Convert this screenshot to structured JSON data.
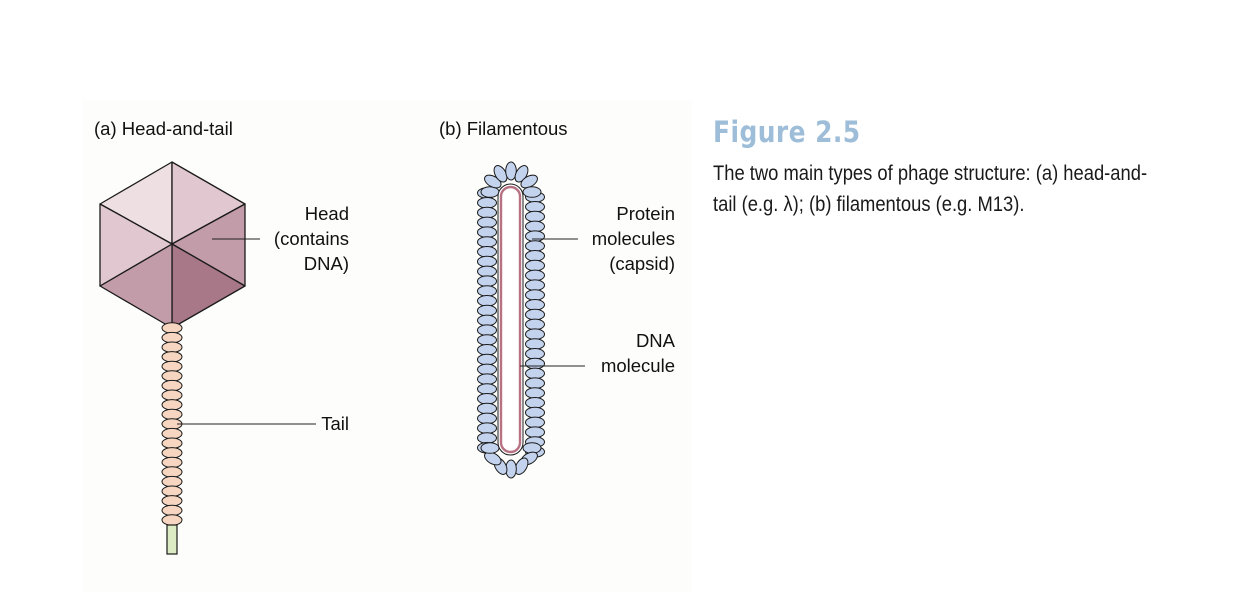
{
  "panel_a": {
    "title": "(a) Head-and-tail",
    "head_label": [
      "Head",
      "(contains",
      "DNA)"
    ],
    "tail_label": "Tail"
  },
  "panel_b": {
    "title": "(b) Filamentous",
    "protein_label": [
      "Protein",
      "molecules",
      "(capsid)"
    ],
    "dna_label": [
      "DNA",
      "molecule"
    ]
  },
  "figure": {
    "number": "Figure 2.5",
    "caption_line1": "The two main types of phage structure: (a) head-and-",
    "caption_line2": "tail (e.g. λ); (b) filamentous (e.g. M13)."
  },
  "colors": {
    "head_light": "#eedfe3",
    "head_mid_light": "#e0c7d0",
    "head_mid": "#c29ca8",
    "head_dark": "#a87888",
    "tail_segment": "#f6d6c1",
    "tail_base": "#dcebc4",
    "capsid_protein": "#c3d3ee",
    "dna_strand": "#b77183",
    "figure_number": "#9dbdd8"
  }
}
